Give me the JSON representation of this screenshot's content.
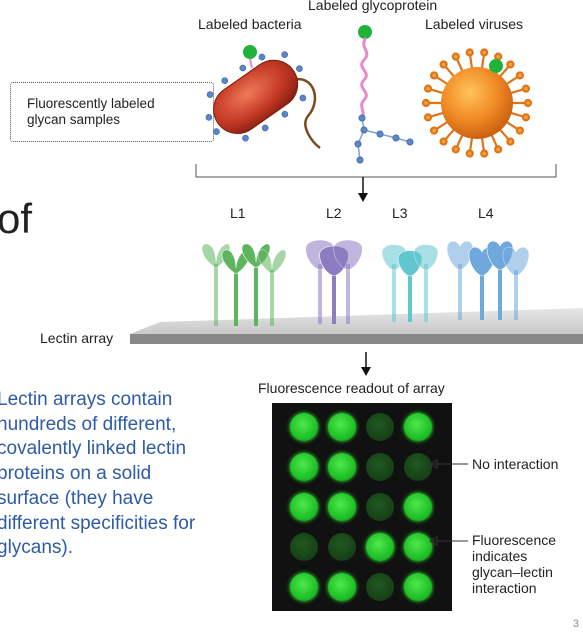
{
  "samples": {
    "glycoprotein_label": "Labeled glycoprotein",
    "bacteria_label": "Labeled bacteria",
    "viruses_label": "Labeled viruses",
    "callout": [
      "Fluorescently labeled",
      "glycan samples"
    ]
  },
  "slide": {
    "title_fragment": "of",
    "body": [
      "Lectin arrays contain",
      "hundreds of different,",
      "covalently linked lectin",
      "proteins on a solid",
      "surface (they have",
      "different specificities for",
      "glycans)."
    ],
    "page_number": "3"
  },
  "lectins": {
    "labels": [
      "L1",
      "L2",
      "L3",
      "L4"
    ],
    "colors": [
      "#5fb55f",
      "#8e7cc3",
      "#62c6cf",
      "#6fa8dc"
    ],
    "array_label": "Lectin array"
  },
  "readout": {
    "title": "Fluorescence readout of array",
    "grid": [
      [
        1,
        1,
        0,
        1
      ],
      [
        1,
        1,
        0,
        0
      ],
      [
        1,
        1,
        0,
        1
      ],
      [
        0,
        0,
        1,
        1
      ],
      [
        1,
        1,
        0,
        1
      ]
    ],
    "no_interaction_label": "No interaction",
    "fluorescence_label": [
      "Fluorescence",
      "indicates",
      "glycan–lectin",
      "interaction"
    ]
  },
  "colors": {
    "body_text": "#2e5aa8",
    "fluorescent_green": "#22c429",
    "bacteria": "#c0392b",
    "virus": "#f08a24",
    "glycan_blue": "#5b86c9",
    "linker_pink": "#e58bc9"
  }
}
